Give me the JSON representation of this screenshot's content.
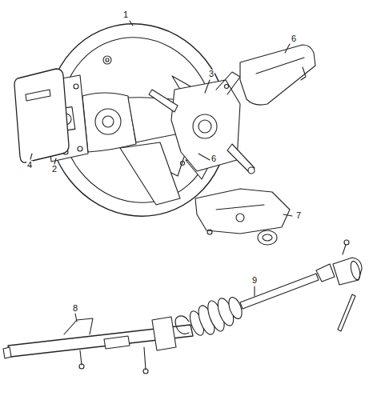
{
  "diagram": {
    "labels": [
      "1",
      "6",
      "3",
      "6",
      "4",
      "2",
      "7",
      "9",
      "8"
    ]
  }
}
